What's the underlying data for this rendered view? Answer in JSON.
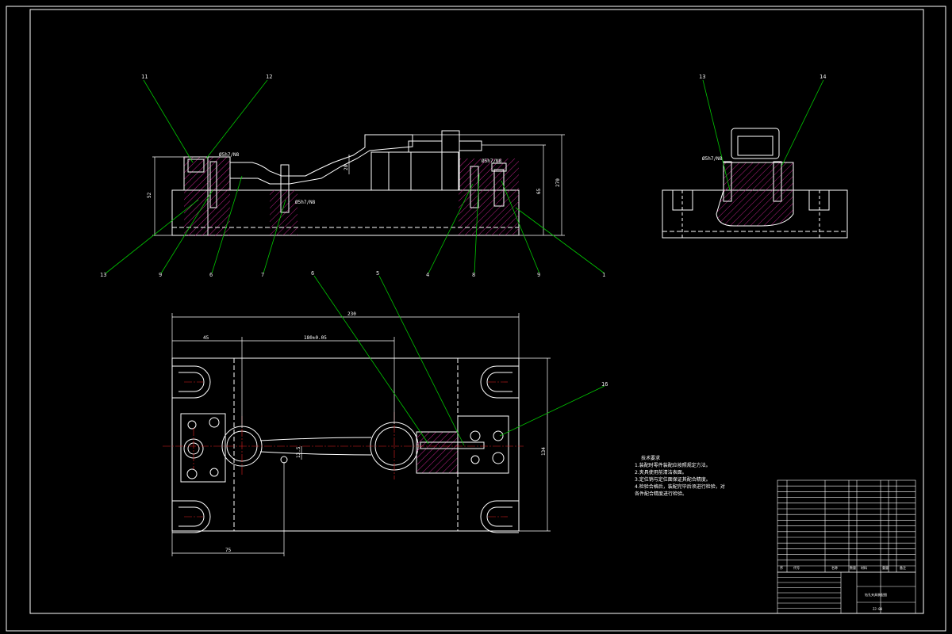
{
  "drawing": {
    "balloons": {
      "front": [
        "11",
        "12",
        "13",
        "9",
        "6",
        "7",
        "4",
        "8",
        "9",
        "1"
      ],
      "top": [
        "6",
        "5",
        "16"
      ],
      "side": [
        "13",
        "14"
      ]
    },
    "dimensions": {
      "fit_a": "Ø5h7/N8",
      "fit_b": "Ø5h7/N8",
      "fit_c": "Ø5h7/N8",
      "fit_d": "Ø5h7/N8",
      "h1": "52",
      "h2": "65",
      "h3": "270",
      "h4": "28",
      "w_total": "230",
      "w_left": "45",
      "w_center": "180±0.05",
      "w_bottom": "75",
      "h_total": "134",
      "h_small": "13.5"
    },
    "notes": {
      "title": "技术要求",
      "lines": [
        "1.装配时零件装配应按照规定方法。",
        "2.夹具使用前清洁表面。",
        "3.定位销与定位面保证其配合精度。",
        "4.检验合格后，装配完毕后须进行检验，对",
        "各件配合精度进行检验。"
      ]
    },
    "title_block": {
      "drawing_title": "钻孔夹具装配图",
      "drawing_no": "ZJ-00",
      "label_seq": "序",
      "label_code": "代号",
      "label_name": "名称",
      "label_qty": "数量",
      "label_mat": "材料",
      "label_weight": "重量",
      "label_note": "备注"
    }
  }
}
